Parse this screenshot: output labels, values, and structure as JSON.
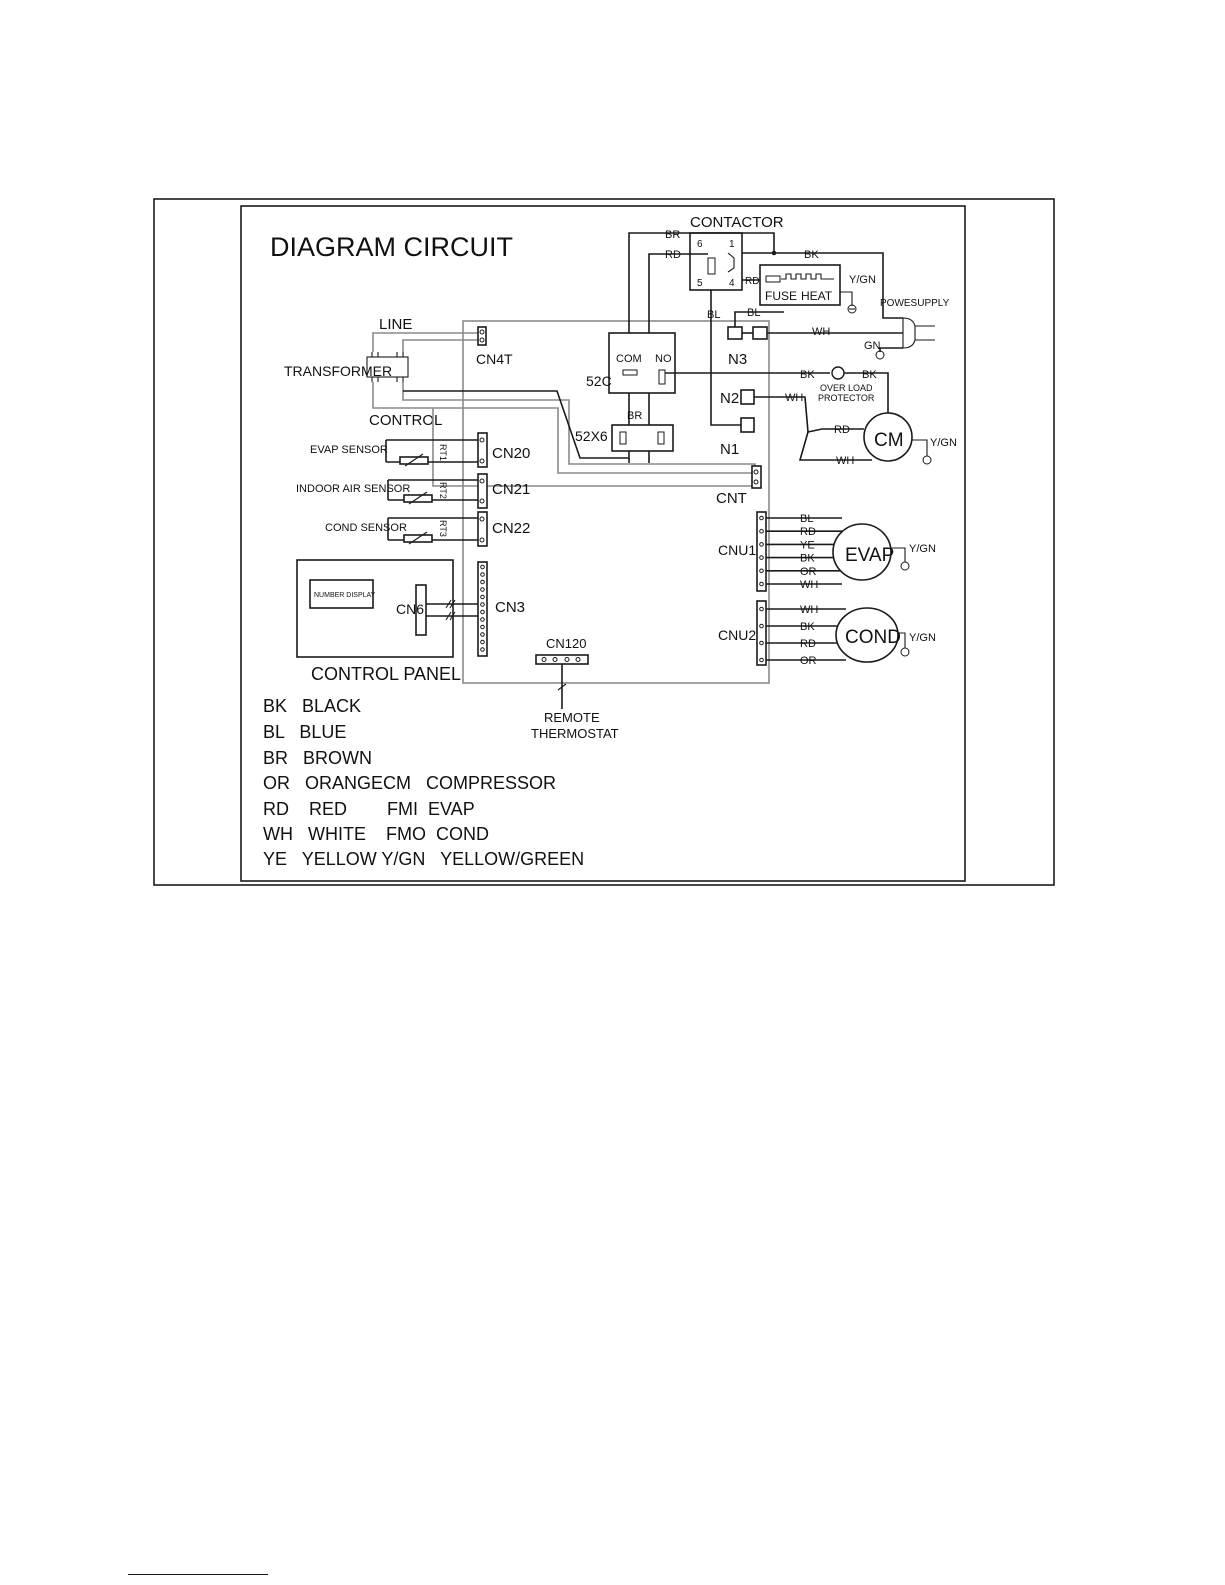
{
  "title": "DIAGRAM  CIRCUIT",
  "labels": {
    "contactor": "CONTACTOR",
    "line": "LINE",
    "transformer": "TRANSFORMER",
    "control": "CONTROL",
    "cn4t": "CN4T",
    "cn20": "CN20",
    "cn21": "CN21",
    "cn22": "CN22",
    "cn3": "CN3",
    "cn6": "CN6",
    "cnt": "CNT",
    "cnu1": "CNU1",
    "cnu2": "CNU2",
    "cn120": "CN120",
    "remote": "REMOTE",
    "thermostat": "THERMOSTAT",
    "evap_sensor": "EVAP SENSOR",
    "indoor_sensor": "INDOOR AIR SENSOR",
    "cond_sensor": "COND SENSOR",
    "rt1": "RT1",
    "rt2": "RT2",
    "rt3": "RT3",
    "number_display": "NUMBER DISPLAY",
    "control_panel": "CONTROL PANEL",
    "c52": "52C",
    "c52x6": "52X6",
    "com": "COM",
    "no": "NO",
    "br": "BR",
    "br2": "BR",
    "rd": "RD",
    "rd2": "RD",
    "bl_top": "BL",
    "bl2": "BL",
    "bk_top": "BK",
    "bk2": "BK",
    "bk3": "BK",
    "wh_n3": "WH",
    "wh_n2": "WH",
    "rd_cm": "RD",
    "wh_cm": "WH",
    "p6": "6",
    "p1": "1",
    "p5": "5",
    "p4": "4",
    "fuse": "FUSE",
    "heat": "HEAT",
    "ygn_heat": "Y/GN",
    "power_supply": "POWESUPPLY",
    "gn": "GN",
    "n1": "N1",
    "n2": "N2",
    "n3": "N3",
    "overload": "OVER LOAD",
    "protector": "PROTECTOR",
    "cm": "CM",
    "ygn_cm": "Y/GN",
    "evap": "EVAP",
    "ygn_evap": "Y/GN",
    "cond": "COND",
    "ygn_cond": "Y/GN",
    "cnu1_wires": [
      "BL",
      "RD",
      "YE",
      "BK",
      "OR",
      "WH"
    ],
    "cnu2_wires": [
      "WH",
      "BK",
      "RD",
      "OR"
    ]
  },
  "legend": [
    "BK   BLACK",
    "BL   BLUE",
    "BR   BROWN",
    "OR   ORANGECM   COMPRESSOR",
    "RD    RED        FMI  EVAP",
    "WH   WHITE    FMO  COND",
    "YE   YELLOW Y/GN   YELLOW/GREEN"
  ]
}
